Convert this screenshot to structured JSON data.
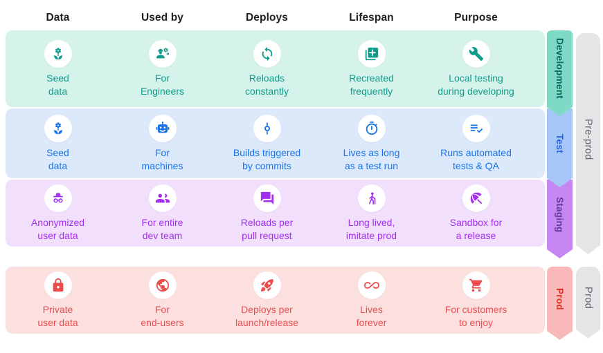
{
  "header": {
    "columns": [
      "Data",
      "Used by",
      "Deploys",
      "Lifespan",
      "Purpose"
    ]
  },
  "stages": [
    {
      "label": "Development",
      "colors": {
        "bg": "#D6F3EB",
        "accent": "#0E9C8B",
        "ribbon": "#7EDAC5",
        "ribbon_text": "#04685C"
      },
      "cells": [
        {
          "icon": "seed-plant-icon",
          "line1": "Seed",
          "line2": "data"
        },
        {
          "icon": "engineer-icon",
          "line1": "For",
          "line2": "Engineers"
        },
        {
          "icon": "sync-arrows-icon",
          "line1": "Reloads",
          "line2": "constantly"
        },
        {
          "icon": "copy-add-icon",
          "line1": "Recreated",
          "line2": "frequently"
        },
        {
          "icon": "wrench-icon",
          "line1": "Local testing",
          "line2": "during developing"
        }
      ]
    },
    {
      "label": "Test",
      "colors": {
        "bg": "#DCE9FB",
        "accent": "#1A73E8",
        "ribbon": "#A6C6F7",
        "ribbon_text": "#2A62D9"
      },
      "cells": [
        {
          "icon": "seed-plant-icon",
          "line1": "Seed",
          "line2": "data"
        },
        {
          "icon": "robot-icon",
          "line1": "For",
          "line2": "machines"
        },
        {
          "icon": "commit-icon",
          "line1": "Builds triggered",
          "line2": "by commits"
        },
        {
          "icon": "timer-icon",
          "line1": "Lives as long",
          "line2": "as a test run"
        },
        {
          "icon": "checklist-icon",
          "line1": "Runs automated",
          "line2": "tests & QA"
        }
      ]
    },
    {
      "label": "Staging",
      "colors": {
        "bg": "#F1DFFC",
        "accent": "#A32EEF",
        "ribbon": "#C687F2",
        "ribbon_text": "#64389F"
      },
      "cells": [
        {
          "icon": "incognito-icon",
          "line1": "Anonymized",
          "line2": "user data"
        },
        {
          "icon": "group-icon",
          "line1": "For entire",
          "line2": "dev team"
        },
        {
          "icon": "chat-bubbles-icon",
          "line1": "Reloads per",
          "line2": "pull request"
        },
        {
          "icon": "elderly-icon",
          "line1": "Long lived,",
          "line2": "imitate prod"
        },
        {
          "icon": "beach-umbrella-icon",
          "line1": "Sandbox for",
          "line2": "a release"
        }
      ]
    },
    {
      "label": "Prod",
      "colors": {
        "bg": "#FCE0E0",
        "accent": "#EB4C4C",
        "ribbon": "#F9B9B9",
        "ribbon_text": "#D93025"
      },
      "cells": [
        {
          "icon": "lock-icon",
          "line1": "Private",
          "line2": "user data"
        },
        {
          "icon": "globe-icon",
          "line1": "For",
          "line2": "end-users"
        },
        {
          "icon": "rocket-icon",
          "line1": "Deploys per",
          "line2": "launch/release"
        },
        {
          "icon": "infinity-icon",
          "line1": "Lives",
          "line2": "forever"
        },
        {
          "icon": "cart-icon",
          "line1": "For customers",
          "line2": "to enjoy"
        }
      ]
    }
  ],
  "side_groups": [
    {
      "label": "Pre-prod",
      "color": "#E5E5E8",
      "text_color": "#5F6368"
    },
    {
      "label": "Prod",
      "color": "#E5E5E8",
      "text_color": "#5F6368"
    }
  ]
}
